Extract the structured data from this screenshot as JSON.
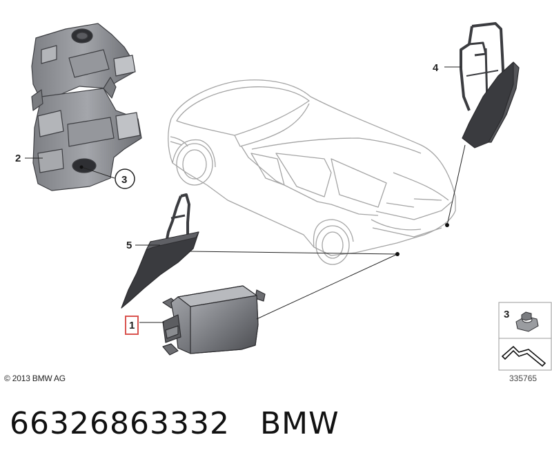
{
  "diagram": {
    "callouts": [
      {
        "id": "1",
        "label": "1",
        "highlighted": true
      },
      {
        "id": "2",
        "label": "2"
      },
      {
        "id": "3",
        "label": "3",
        "circled": true
      },
      {
        "id": "4",
        "label": "4"
      },
      {
        "id": "5",
        "label": "5"
      }
    ],
    "legend": {
      "part_label": "3"
    },
    "copyright": "© 2013 BMW AG",
    "diagram_number": "335765"
  },
  "footer": {
    "part_number": "66326863332",
    "brand": "BMW"
  },
  "colors": {
    "highlight": "#d9534f",
    "part_fill": "#8f9196",
    "part_dark": "#3a3a3a",
    "car_outline": "#a0a0a0"
  }
}
